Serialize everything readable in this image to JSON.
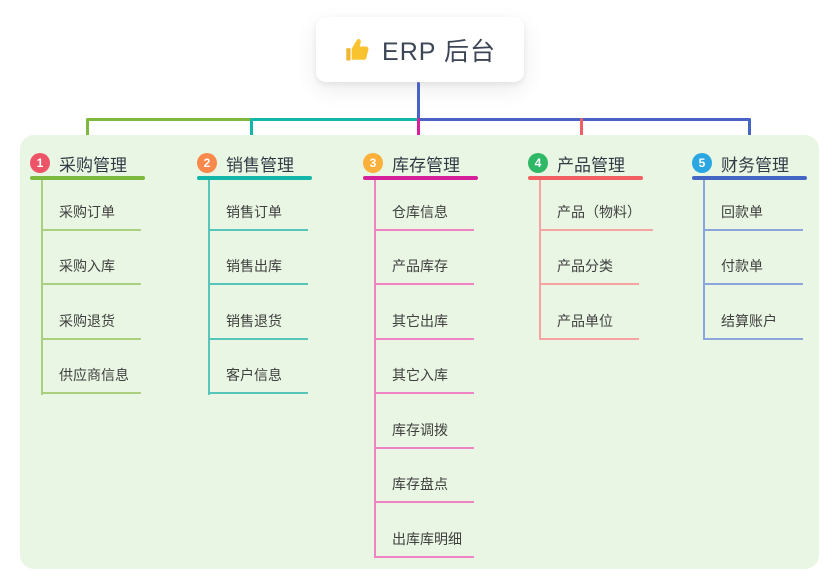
{
  "root": {
    "title": "ERP 后台",
    "icon": "thumbs-up"
  },
  "branches": [
    {
      "index": "1",
      "label": "采购管理",
      "badge_color": "#ee5467",
      "line_color": "#7db83f",
      "sub_line_color": "#a9cf7f",
      "items": [
        "采购订单",
        "采购入库",
        "采购退货",
        "供应商信息"
      ]
    },
    {
      "index": "2",
      "label": "销售管理",
      "badge_color": "#f8894a",
      "line_color": "#12b7aa",
      "sub_line_color": "#58c5bb",
      "items": [
        "销售订单",
        "销售出库",
        "销售退货",
        "客户信息"
      ]
    },
    {
      "index": "3",
      "label": "库存管理",
      "badge_color": "#fbb03b",
      "line_color": "#d4219b",
      "sub_line_color": "#ef83c4",
      "items": [
        "仓库信息",
        "产品库存",
        "其它出库",
        "其它入库",
        "库存调拨",
        "库存盘点",
        "出库库明细"
      ]
    },
    {
      "index": "4",
      "label": "产品管理",
      "badge_color": "#2fb967",
      "line_color": "#f15f63",
      "sub_line_color": "#f6a3a4",
      "items": [
        "产品（物料）",
        "产品分类",
        "产品单位"
      ]
    },
    {
      "index": "5",
      "label": "财务管理",
      "badge_color": "#2aa7e2",
      "line_color": "#4565c5",
      "sub_line_color": "#8ba6da",
      "items": [
        "回款单",
        "付款单",
        "结算账户"
      ]
    }
  ],
  "colors": {
    "canvas_bg": "#ffffff",
    "panel_bg": "#e9f6e3",
    "root_line": "#4a62c6",
    "thumb_yellow": "#f9c32f",
    "root_text": "#3d4656",
    "item_text": "#3f3f3f"
  }
}
